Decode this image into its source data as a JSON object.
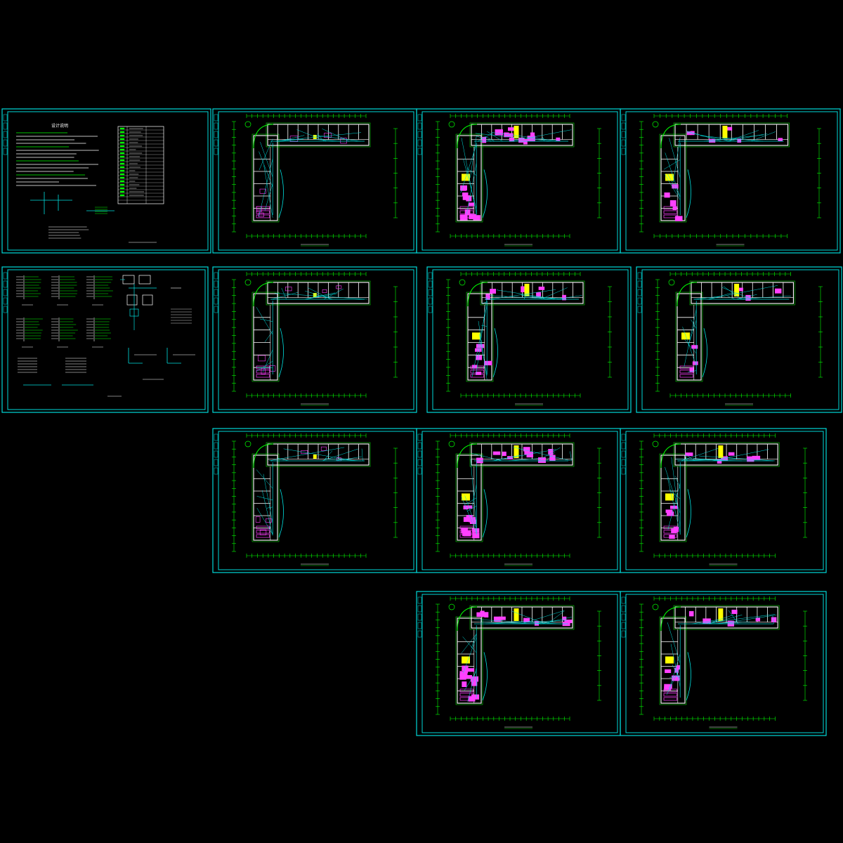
{
  "colors": {
    "background": "#000000",
    "frame": "#00d8d8",
    "wall": "#00ff00",
    "room": "#ffffff",
    "wire": "#00e0e0",
    "fixture": "#ff40ff",
    "panel": "#ffff00"
  },
  "sheets": [
    {
      "kind": "notes",
      "title": "设计说明"
    },
    {
      "kind": "plan",
      "variant": 1
    },
    {
      "kind": "plan",
      "variant": 2
    },
    {
      "kind": "plan",
      "variant": 3
    },
    {
      "kind": "system"
    },
    {
      "kind": "plan",
      "variant": 1
    },
    {
      "kind": "plan",
      "variant": 3
    },
    {
      "kind": "plan",
      "variant": 4
    },
    {
      "kind": "plan",
      "variant": 1
    },
    {
      "kind": "plan",
      "variant": 2
    },
    {
      "kind": "plan",
      "variant": 3
    },
    {
      "kind": "plan",
      "variant": 2
    },
    {
      "kind": "plan",
      "variant": 3
    }
  ]
}
